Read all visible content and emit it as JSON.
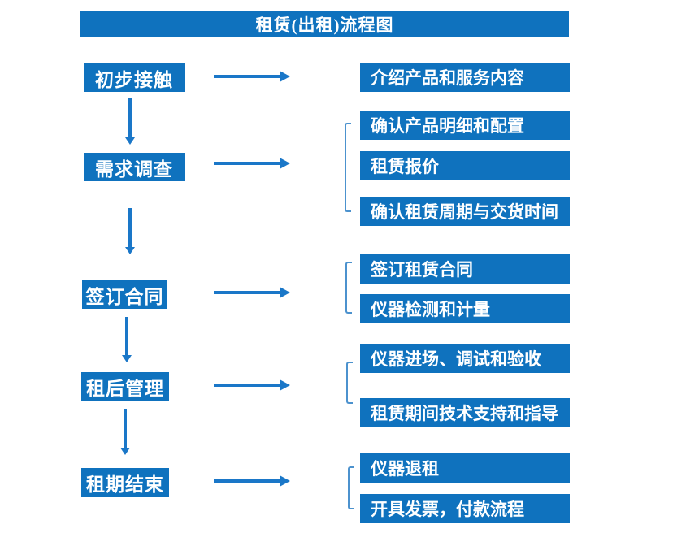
{
  "title": "租赁(出租)流程图",
  "colors": {
    "box_blue": "#0F72BE",
    "arrow_blue": "#1A77C8",
    "bracket_blue": "#4C92CE",
    "text_white": "#FFFFFF",
    "background": "#FFFFFF"
  },
  "steps": [
    {
      "label": "初步接触",
      "details": [
        "介绍产品和服务内容"
      ]
    },
    {
      "label": "需求调查",
      "details": [
        "确认产品明细和配置",
        "租赁报价",
        "确认租赁周期与交货时间"
      ]
    },
    {
      "label": "签订合同",
      "details": [
        "签订租赁合同",
        "仪器检测和计量"
      ]
    },
    {
      "label": "租后管理",
      "details": [
        "仪器进场、调试和验收",
        "租赁期间技术支持和指导"
      ]
    },
    {
      "label": "租期结束",
      "details": [
        "仪器退租",
        "开具发票，付款流程"
      ]
    }
  ]
}
